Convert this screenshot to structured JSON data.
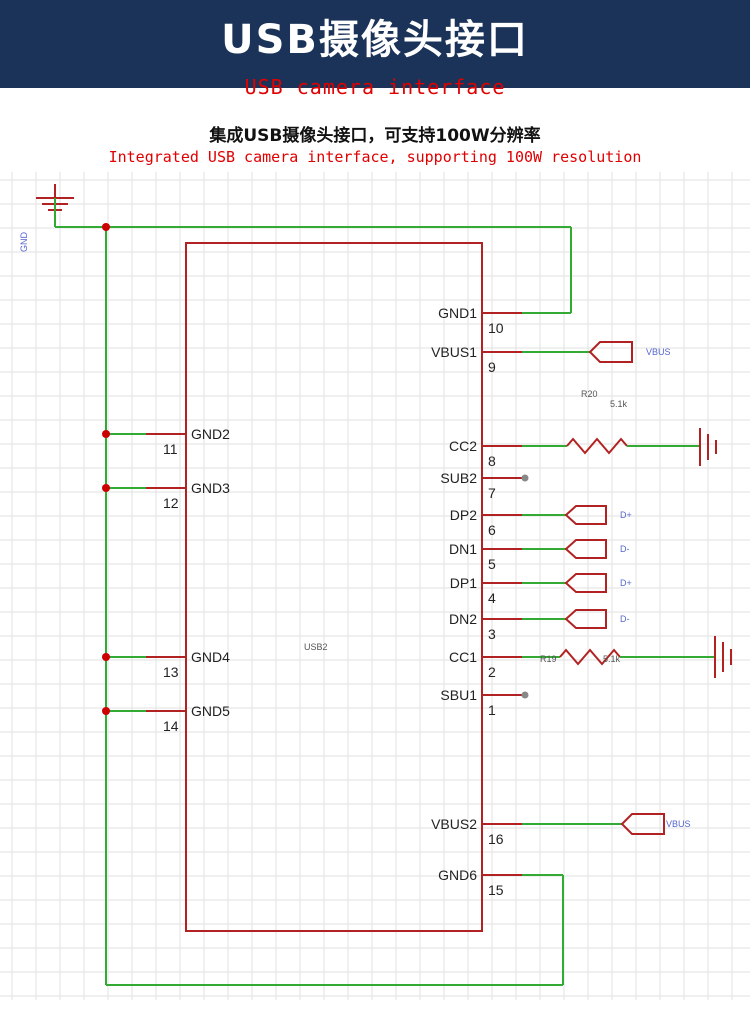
{
  "header": {
    "title": "USB摄像头接口",
    "subtitle": "USB camera interface"
  },
  "section": {
    "heading": "集成USB摄像头接口，可支持100W分辨率",
    "heading_en": "Integrated USB camera interface, supporting 100W resolution"
  },
  "schematic": {
    "component_label": "USB2",
    "gnd_symbol_label": "GND",
    "resistors": [
      {
        "ref": "R20",
        "value": "5.1k"
      },
      {
        "ref": "R19",
        "value": "5.1k"
      }
    ],
    "left_pins": [
      {
        "name": "GND2",
        "num": "11"
      },
      {
        "name": "GND3",
        "num": "12"
      },
      {
        "name": "GND4",
        "num": "13"
      },
      {
        "name": "GND5",
        "num": "14"
      }
    ],
    "right_pins": [
      {
        "name": "GND1",
        "num": "10"
      },
      {
        "name": "VBUS1",
        "num": "9",
        "net": "VBUS"
      },
      {
        "name": "CC2",
        "num": "8"
      },
      {
        "name": "SUB2",
        "num": "7"
      },
      {
        "name": "DP2",
        "num": "6",
        "net": "D+"
      },
      {
        "name": "DN1",
        "num": "5",
        "net": "D-"
      },
      {
        "name": "DP1",
        "num": "4",
        "net": "D+"
      },
      {
        "name": "DN2",
        "num": "3",
        "net": "D-"
      },
      {
        "name": "CC1",
        "num": "2"
      },
      {
        "name": "SBU1",
        "num": "1"
      },
      {
        "name": "VBUS2",
        "num": "16",
        "net": "VBUS"
      },
      {
        "name": "GND6",
        "num": "15"
      }
    ]
  },
  "colors": {
    "header_bg": "#1b3358",
    "accent_red": "#e00000",
    "wire_green": "#33aa33",
    "body_red": "#b22222",
    "grid": "#e2e2e2"
  }
}
